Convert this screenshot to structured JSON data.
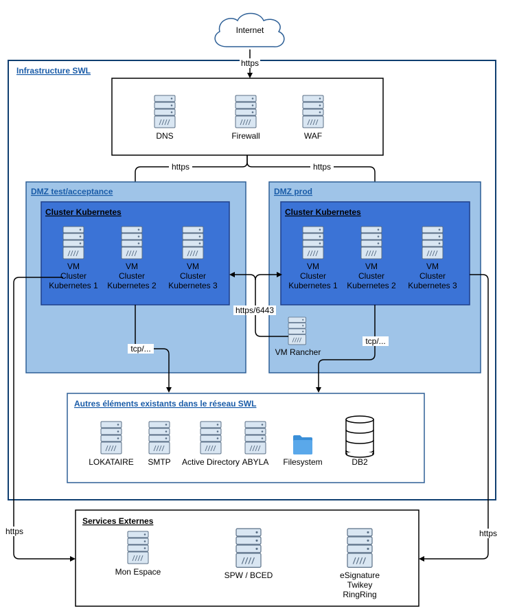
{
  "internet": {
    "label": "Internet"
  },
  "infra": {
    "title": "Infrastructure SWL"
  },
  "edge": {
    "top_https": {
      "label": "https"
    },
    "https_left": {
      "label": "https"
    },
    "https_right": {
      "label": "https"
    },
    "https6443": {
      "label": "https/6443"
    },
    "tcp_left": {
      "label": "tcp/..."
    },
    "tcp_right": {
      "label": "tcp/..."
    },
    "ext_left": {
      "label": "https"
    },
    "ext_right": {
      "label": "https"
    }
  },
  "perimeter": {
    "dns": {
      "label": "DNS"
    },
    "firewall": {
      "label": "Firewall"
    },
    "waf": {
      "label": "WAF"
    }
  },
  "dmz_test": {
    "title": "DMZ test/acceptance",
    "cluster_title": "Cluster Kubernetes",
    "vm1": {
      "line1": "VM",
      "line2": "Cluster",
      "line3": "Kubernetes 1"
    },
    "vm2": {
      "line1": "VM",
      "line2": "Cluster",
      "line3": "Kubernetes 2"
    },
    "vm3": {
      "line1": "VM",
      "line2": "Cluster",
      "line3": "Kubernetes 3"
    }
  },
  "dmz_prod": {
    "title": "DMZ prod",
    "cluster_title": "Cluster Kubernetes",
    "vm1": {
      "line1": "VM",
      "line2": "Cluster",
      "line3": "Kubernetes 1"
    },
    "vm2": {
      "line1": "VM",
      "line2": "Cluster",
      "line3": "Kubernetes 2"
    },
    "vm3": {
      "line1": "VM",
      "line2": "Cluster",
      "line3": "Kubernetes 3"
    },
    "rancher": {
      "label": "VM Rancher"
    }
  },
  "existing": {
    "title": "Autres éléments existants dans le réseau SWL",
    "lokataire": {
      "label": "LOKATAIRE"
    },
    "smtp": {
      "label": "SMTP"
    },
    "ad": {
      "label": "Active Directory"
    },
    "abyla": {
      "label": "ABYLA"
    },
    "filesystem": {
      "label": "Filesystem"
    },
    "db2": {
      "label": "DB2"
    }
  },
  "external": {
    "title": "Services Externes",
    "mon_espace": {
      "label": "Mon Espace"
    },
    "spw": {
      "label": "SPW / BCED"
    },
    "esig": {
      "line1": "eSignature",
      "line2": "Twikey",
      "line3": "RingRing"
    }
  },
  "colors": {
    "infra_border": "#0f3e70",
    "dmz_fill": "#9fc4e8",
    "dmz_border": "#2d5f96",
    "cluster_fill": "#3b73d6",
    "cluster_border": "#1f3f8a",
    "title_blue": "#1a5ca8",
    "server_fill": "#d9e6f2",
    "server_stroke": "#5a6f86",
    "folder": "#3a8fd8"
  }
}
